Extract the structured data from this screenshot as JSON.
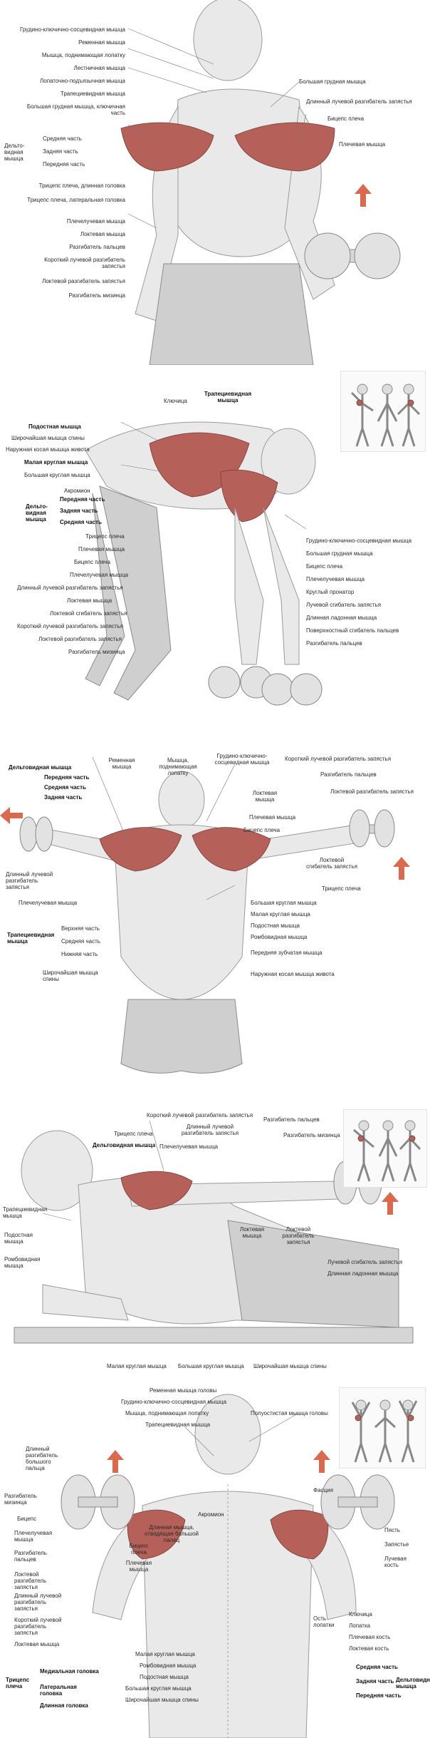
{
  "colors": {
    "muscle": "#b5615a",
    "arrow": "#d96a4e",
    "body": "#e9e9e9"
  },
  "panel1": {
    "labels": [
      "Грудино-ключично-сосцевидная мышца",
      "Ременная мышца",
      "Мышца, поднимающая лопатку",
      "Лестничная мышца",
      "Лопаточно-подъязычная мышца",
      "Трапециевидная мышца",
      "Большая грудная мышца, ключичная часть",
      "Дельто-видная мышца",
      "Средняя часть",
      "Задняя часть",
      "Передняя часть",
      "Трицепс плеча, длинная головка",
      "Трицепс плеча, латеральная головка",
      "Плечелучевая мышца",
      "Локтевая мышца",
      "Разгибатель пальцев",
      "Короткий лучевой разгибатель запястья",
      "Локтевой разгибатель запястья",
      "Разгибатель мизинца",
      "Большая грудная мышца",
      "Длинный лучевой разгибатель запястья",
      "Бицепс плеча",
      "Плечевая мышца"
    ]
  },
  "panel2": {
    "labels": [
      "Ключица",
      "Трапециевидная мышца",
      "Подостная мышца",
      "Широчайшая мышца спины",
      "Наружная косая мышца живота",
      "Малая круглая мышца",
      "Большая круглая мышца",
      "Акромион",
      "Дельто-видная мышца",
      "Передняя часть",
      "Задняя часть",
      "Средняя часть",
      "Трицепс плеча",
      "Плечевая мышца",
      "Бицепс плеча",
      "Плечелучевая мышца",
      "Длинный лучевой разгибатель запястья",
      "Локтевая мышца",
      "Локтевой сгибатель запястья",
      "Короткий лучевой разгибатель запястья",
      "Локтевой разгибатель запястья",
      "Разгибатель мизинца",
      "Грудино-ключично-сосцевидная мышца",
      "Большая грудная мышца",
      "Бицепс плеча",
      "Плечелучевая мышца",
      "Круглый пронатор",
      "Лучевой сгибатель запястья",
      "Длинная ладонная мышца",
      "Поверхностный сгибатель пальцев",
      "Разгибатель пальцев"
    ]
  },
  "panel3": {
    "labels": [
      "Дельтовидная мышца",
      "Передняя часть",
      "Средняя часть",
      "Задняя часть",
      "Ременная мышца",
      "Мышца, поднимающая лопатку",
      "Грудино-ключично-сосцевидная мышца",
      "Короткий лучевой разгибатель запястья",
      "Разгибатель пальцев",
      "Локтевой разгибатель запястья",
      "Локтевая мышца",
      "Плечевая мышца",
      "Бицепс плеча",
      "Локтевой сгибатель запястья",
      "Трицепс плеча",
      "Длинный лучевой разгибатель запястья",
      "Плечелучевая мышца",
      "Трапециевидная мышца",
      "Верхняя часть",
      "Средняя часть",
      "Нижняя часть",
      "Широчайшая мышца спины",
      "Большая круглая мышца",
      "Малая круглая мышца",
      "Подостная мышца",
      "Ромбовидная мышца",
      "Передняя зубчатая мышца",
      "Наружная косая мышца живота"
    ]
  },
  "panel4": {
    "labels": [
      "Короткий лучевой разгибатель запястья",
      "Длинный лучевой разгибатель запястья",
      "Разгибатель пальцев",
      "Трицепс плеча",
      "Разгибатель мизинца",
      "Дельтовидная мышца",
      "Плечелучевая мышца",
      "Трапециевидная мышца",
      "Подостная мышца",
      "Ромбовидная мышца",
      "Локтевая мышца",
      "Локтевой разгибатель запястья",
      "Лучевой сгибатель запястья",
      "Длинная ладонная мышца",
      "Малая круглая мышца",
      "Большая круглая мышца",
      "Широчайшая мышца спины"
    ]
  },
  "panel5": {
    "labels": [
      "Ременная мышца головы",
      "Грудино-ключично-сосцевидная мышца",
      "Мышца, поднимающая лопатку",
      "Трапециевидная мышца",
      "Полуостистая мышца головы",
      "Длинный разгибатель большого пальца",
      "Разгибатель мизинца",
      "Бицепс",
      "Плечелучевая мышца",
      "Разгибатель пальцев",
      "Локтевой разгибатель запястья",
      "Длинный лучевой разгибатель запястья",
      "Короткий лучевой разгибатель запястья",
      "Локтевая мышца",
      "Трицепс плеча",
      "Медиальная головка",
      "Латеральная головка",
      "Длинная головка",
      "Акромион",
      "Длинная мышца, отводящая большой палец",
      "Бицепс плеча",
      "Плечевая мышца",
      "Малая круглая мышца",
      "Ромбовидная мышца",
      "Подостная мышца",
      "Большая круглая мышца",
      "Широчайшая мышца спины",
      "Фасция",
      "Пясть",
      "Запястье",
      "Лучевая кость",
      "Ость лопатки",
      "Ключица",
      "Лопатка",
      "Плечевая кость",
      "Локтевая кость",
      "Средняя часть",
      "Задняя часть",
      "Передняя часть",
      "Дельтовидная мышца"
    ]
  }
}
